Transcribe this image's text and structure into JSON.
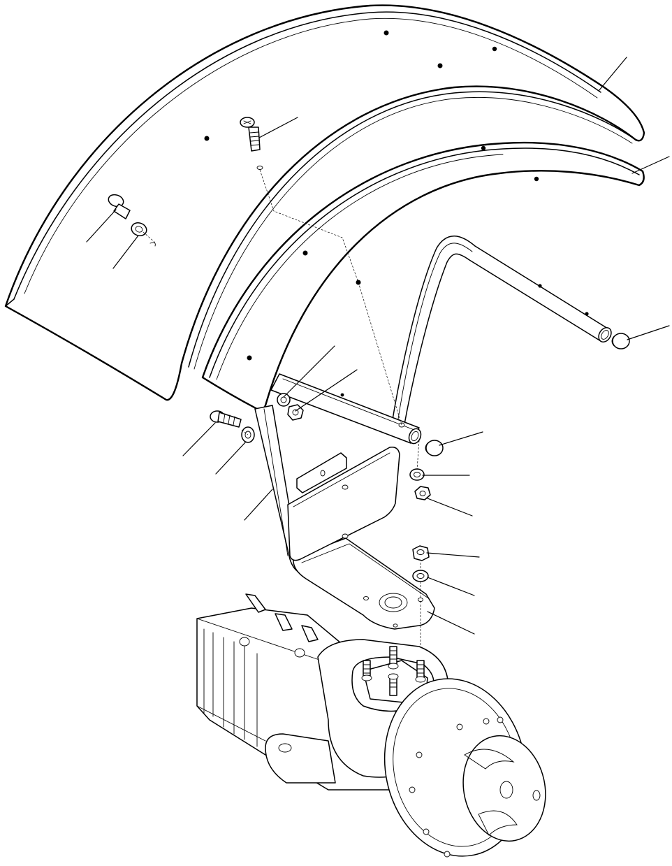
{
  "figure": {
    "parts": [
      "outer-fender-panel",
      "inner-fender-panel",
      "mount-tube-bracket",
      "mounting-plate",
      "upper-plate-bolt",
      "side-bolt",
      "lock-washer",
      "wide-washer",
      "nut",
      "end-cap",
      "axle-housing",
      "wheel-hub"
    ],
    "leader_lines": 18,
    "labels": []
  }
}
